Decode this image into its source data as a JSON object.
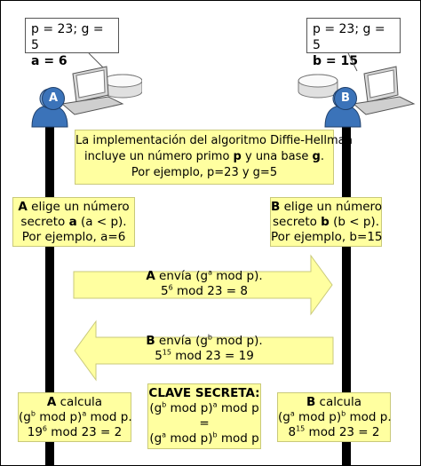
{
  "party_a": {
    "badge": "A",
    "callout_line1": "p = 23; g = 5",
    "callout_line2": "a = 6",
    "chooses": {
      "l1_bold": "A",
      "l1_rest": " elige un número",
      "l2_pre": "secreto ",
      "l2_bold": "a",
      "l2_post": " (a < p).",
      "l3": "Por ejemplo, a=6"
    },
    "calc": {
      "l1_bold": "A",
      "l1_rest": " calcula",
      "l2_pre": "(g",
      "l2_sup1": "b",
      "l2_mid": " mod p)",
      "l2_sup2": "a",
      "l2_post": " mod p.",
      "l3_base": "19",
      "l3_sup": "6",
      "l3_post": " mod 23 = 2"
    }
  },
  "party_b": {
    "badge": "B",
    "callout_line1": "p = 23; g = 5",
    "callout_line2": "b = 15",
    "chooses": {
      "l1_bold": "B",
      "l1_rest": " elige un número",
      "l2_pre": "secreto ",
      "l2_bold": "b",
      "l2_post": " (b < p).",
      "l3": "Por ejemplo, b=15"
    },
    "calc": {
      "l1_bold": "B",
      "l1_rest": " calcula",
      "l2_pre": "(g",
      "l2_sup1": "a",
      "l2_mid": " mod p)",
      "l2_sup2": "b",
      "l2_post": " mod p.",
      "l3_base": "8",
      "l3_sup": "15",
      "l3_post": " mod 23 = 2"
    }
  },
  "intro": {
    "l1": "La implementación del algoritmo Diffie-Hellman",
    "l2_pre": "incluye un número primo ",
    "l2_p": "p",
    "l2_mid": " y una base ",
    "l2_g": "g",
    "l2_post": ".",
    "l3": "Por ejemplo, p=23 y g=5"
  },
  "send_a": {
    "l1_bold": "A",
    "l1_pre": " envía (g",
    "l1_sup": "a",
    "l1_post": " mod p).",
    "l2_base": "5",
    "l2_sup": "6",
    "l2_post": " mod 23 = 8"
  },
  "send_b": {
    "l1_bold": "B",
    "l1_pre": " envía (g",
    "l1_sup": "b",
    "l1_post": " mod p).",
    "l2_base": "5",
    "l2_sup": "15",
    "l2_post": " mod 23 = 19"
  },
  "secret": {
    "title": "CLAVE SECRETA:",
    "l1_pre": "(g",
    "l1_sup1": "b",
    "l1_mid": " mod p)",
    "l1_sup2": "a",
    "l1_post": " mod p",
    "eq": "=",
    "l2_pre": "(g",
    "l2_sup1": "a",
    "l2_mid": " mod p)",
    "l2_sup2": "b",
    "l2_post": " mod p"
  },
  "colors": {
    "box_fill": "#ffffa0",
    "badge_blue": "#3b73b9",
    "timeline": "#000000"
  }
}
